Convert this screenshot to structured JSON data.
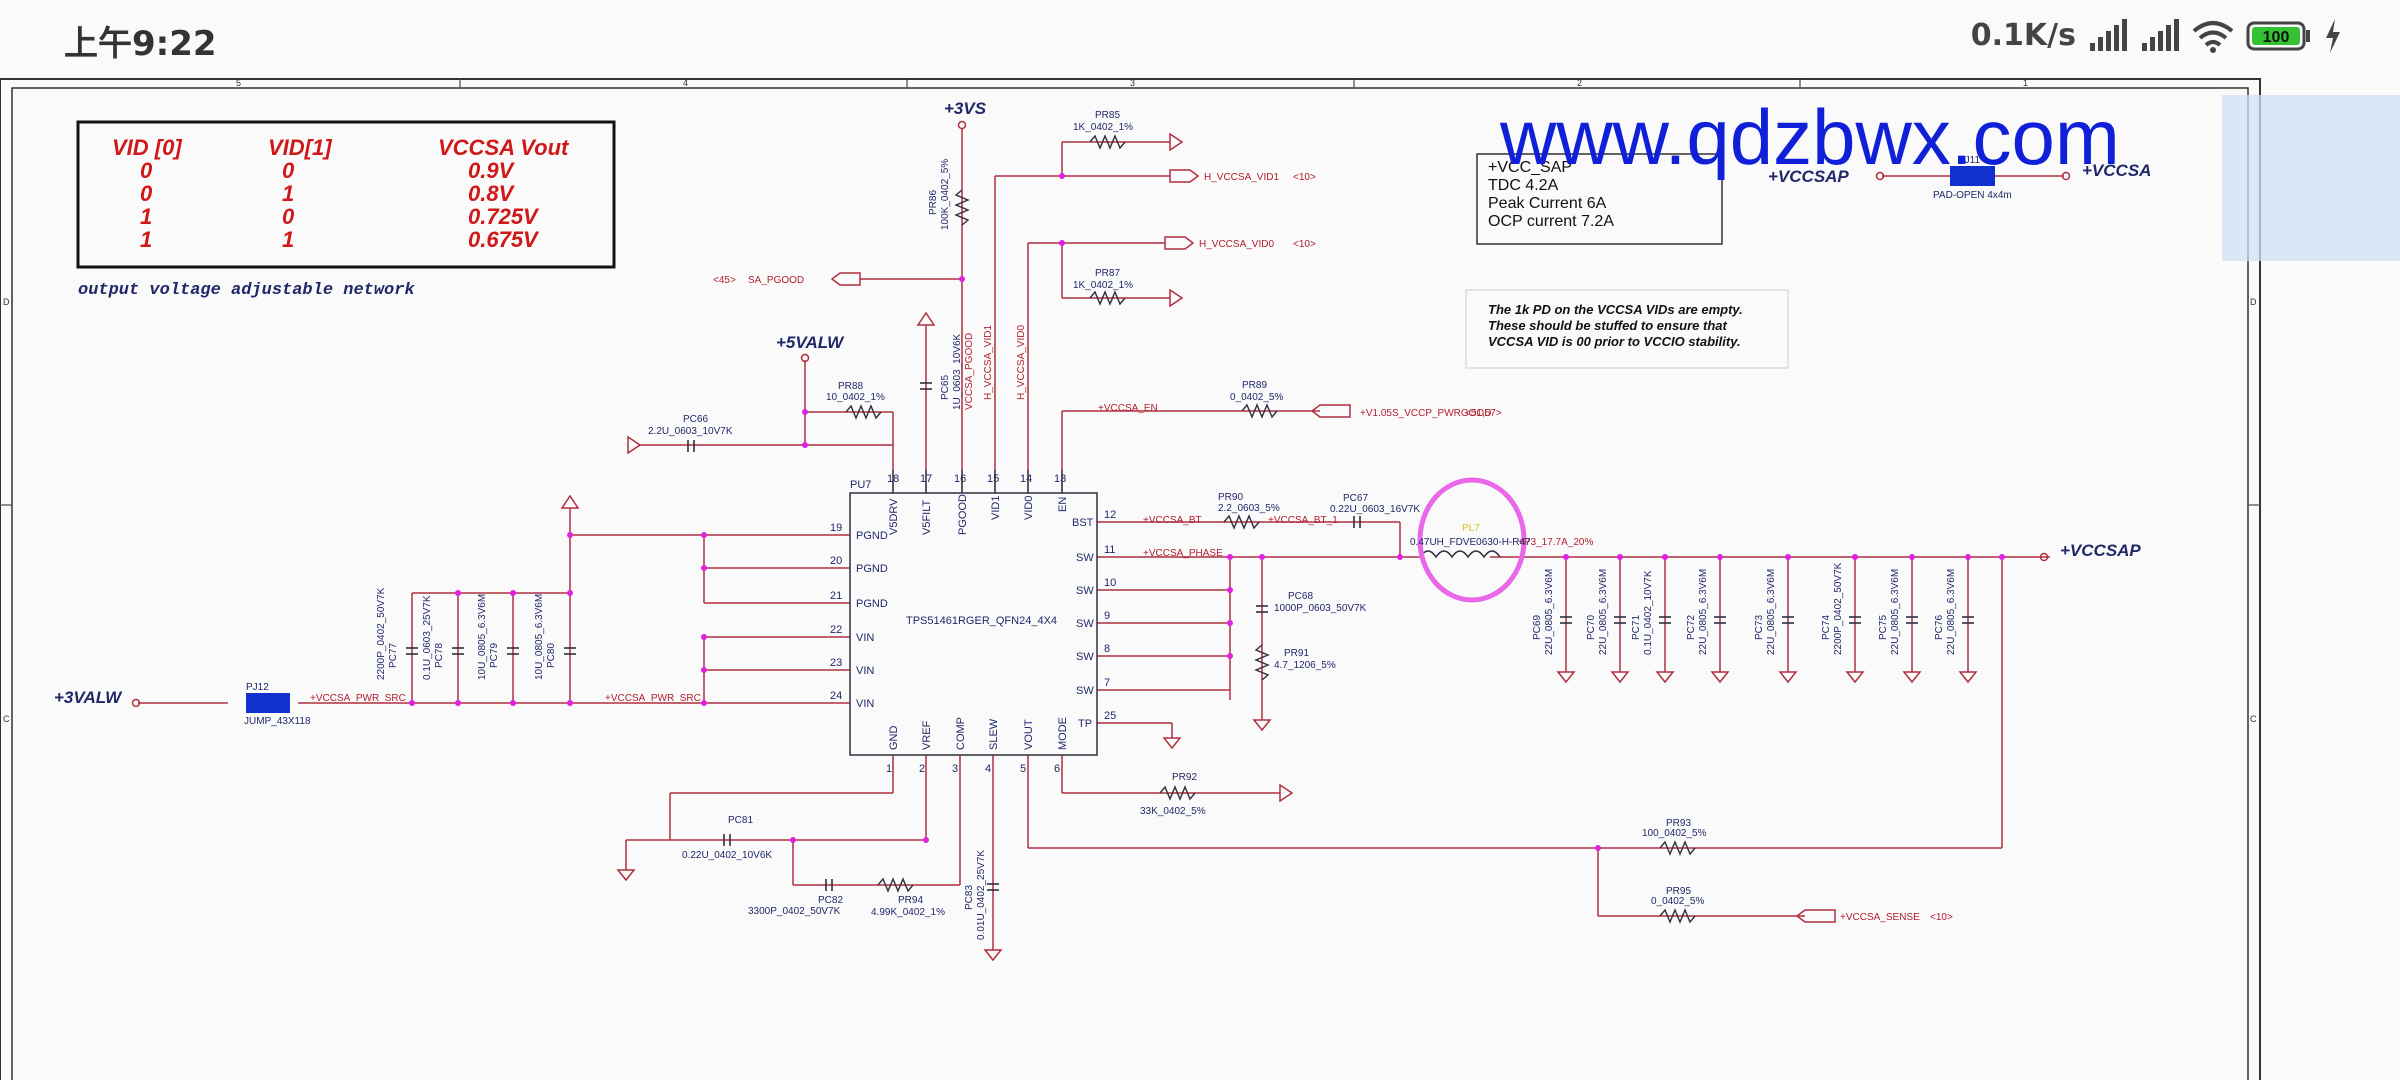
{
  "status_bar": {
    "time": "上午9:22",
    "net_speed": "0.1K/s",
    "battery": "100"
  },
  "watermark": "www.qdzbwx.com",
  "border": {
    "cols": [
      "5",
      "4",
      "3",
      "2",
      "1"
    ],
    "rows": [
      "D",
      "C"
    ]
  },
  "vid_table": {
    "headers": [
      "VID [0]",
      "VID[1]",
      "VCCSA Vout"
    ],
    "rows": [
      [
        "0",
        "0",
        "0.9V"
      ],
      [
        "0",
        "1",
        "0.8V"
      ],
      [
        "1",
        "0",
        "0.725V"
      ],
      [
        "1",
        "1",
        "0.675V"
      ]
    ],
    "caption": "output voltage adjustable network"
  },
  "spec_box": {
    "lines": [
      "+VCC_SAP",
      "TDC 4.2A",
      "Peak Current   6A",
      "OCP current 7.2A"
    ]
  },
  "note": {
    "lines": [
      "The 1k PD on the VCCSA VIDs are empty.",
      "These should be stuffed to ensure that",
      "VCCSA VID is 00 prior to VCCIO stability."
    ]
  },
  "rails": {
    "vs3": "+3VS",
    "valw5": "+5VALW",
    "valw3": "+3VALW",
    "vccsap": "+VCCSAP",
    "vccsa": "+VCCSA"
  },
  "ic": {
    "ref": "PU7",
    "part": "TPS51461RGER_QFN24_4X4",
    "top_pins": [
      {
        "n": "18",
        "name": "V5DRV"
      },
      {
        "n": "17",
        "name": "V5FILT"
      },
      {
        "n": "16",
        "name": "PGOOD"
      },
      {
        "n": "15",
        "name": "VID1"
      },
      {
        "n": "14",
        "name": "VID0"
      },
      {
        "n": "13",
        "name": "EN"
      }
    ],
    "left_pins": [
      {
        "n": "19",
        "name": "PGND"
      },
      {
        "n": "20",
        "name": "PGND"
      },
      {
        "n": "21",
        "name": "PGND"
      },
      {
        "n": "22",
        "name": "VIN"
      },
      {
        "n": "23",
        "name": "VIN"
      },
      {
        "n": "24",
        "name": "VIN"
      }
    ],
    "right_pins": [
      {
        "n": "12",
        "name": "BST"
      },
      {
        "n": "11",
        "name": "SW"
      },
      {
        "n": "10",
        "name": "SW"
      },
      {
        "n": "9",
        "name": "SW"
      },
      {
        "n": "8",
        "name": "SW"
      },
      {
        "n": "7",
        "name": "SW"
      },
      {
        "n": "25",
        "name": "TP"
      }
    ],
    "bottom_pins": [
      {
        "n": "1",
        "name": "GND"
      },
      {
        "n": "2",
        "name": "VREF"
      },
      {
        "n": "3",
        "name": "COMP"
      },
      {
        "n": "4",
        "name": "SLEW"
      },
      {
        "n": "5",
        "name": "VOUT"
      },
      {
        "n": "6",
        "name": "MODE"
      }
    ]
  },
  "nets": {
    "h_vid1": "H_VCCSA_VID1",
    "h_vid1_ref": "<10>",
    "h_vid0": "H_VCCSA_VID0",
    "h_vid0_ref": "<10>",
    "pgood": "SA_PGOOD",
    "pgood_ref": "<45>",
    "en": "+VCCSA_EN",
    "pwrgood": "+V1.05S_VCCP_PWRGOOD",
    "pwrgood_ref": "<51,57>",
    "bt": "+VCCSA_BT",
    "bt_1": "+VCCSA_BT_1",
    "phase": "+VCCSA_PHASE",
    "pwr_src": "+VCCSA_PWR_SRC",
    "sense": "+VCCSA_SENSE",
    "sense_ref": "<10>",
    "p3": "+P3_17.7A_20%",
    "vid1_v": "H_VCCSA_VID1",
    "vid0_v": "H_VCCSA_VID0",
    "pgood_v": "VCCSA_PGOOD"
  },
  "components": {
    "pr85": {
      "ref": "PR85",
      "val": "1K_0402_1%"
    },
    "pr86": {
      "ref": "PR86",
      "val": "100K_0402_5%"
    },
    "pr87": {
      "ref": "PR87",
      "val": "1K_0402_1%"
    },
    "pr88": {
      "ref": "PR88",
      "val": "10_0402_1%"
    },
    "pr89": {
      "ref": "PR89",
      "val": "0_0402_5%"
    },
    "pr90": {
      "ref": "PR90",
      "val": "2.2_0603_5%"
    },
    "pr91": {
      "ref": "PR91",
      "val": "4.7_1206_5%"
    },
    "pr92": {
      "ref": "PR92",
      "val": "33K_0402_5%"
    },
    "pr93": {
      "ref": "PR93",
      "val": "100_0402_5%"
    },
    "pr94": {
      "ref": "PR94",
      "val": "4.99K_0402_1%"
    },
    "pr95": {
      "ref": "PR95",
      "val": "0_0402_5%"
    },
    "pc65": {
      "ref": "PC65",
      "val": "1U_0603_10V6K"
    },
    "pc66": {
      "ref": "PC66",
      "val": "2.2U_0603_10V7K"
    },
    "pc67": {
      "ref": "PC67",
      "val": "0.22U_0603_16V7K"
    },
    "pc68": {
      "ref": "PC68",
      "val": "1000P_0603_50V7K"
    },
    "pc77": {
      "ref": "PC77",
      "val": "2200P_0402_50V7K"
    },
    "pc78": {
      "ref": "PC78",
      "val": "0.1U_0603_25V7K"
    },
    "pc79": {
      "ref": "PC79",
      "val": "10U_0805_6.3V6M"
    },
    "pc80": {
      "ref": "PC80",
      "val": "10U_0805_6.3V6M"
    },
    "pc81": {
      "ref": "PC81",
      "val": "0.22U_0402_10V6K"
    },
    "pc82": {
      "ref": "PC82",
      "val": "3300P_0402_50V7K"
    },
    "pc83": {
      "ref": "PC83",
      "val": "0.01U_0402_25V7K"
    },
    "pl7": {
      "ref": "PL7",
      "val": "0.47UH_FDVE0630-H-R47"
    },
    "pj11": {
      "ref": "PJ11",
      "val": "PAD-OPEN 4x4m"
    },
    "pj12": {
      "ref": "PJ12",
      "val": "JUMP_43X118"
    },
    "out_caps": [
      {
        "ref": "PC69",
        "val": "22U_0805_6.3V6M"
      },
      {
        "ref": "PC70",
        "val": "22U_0805_6.3V6M"
      },
      {
        "ref": "PC71",
        "val": "0.1U_0402_10V7K"
      },
      {
        "ref": "PC72",
        "val": "22U_0805_6.3V6M"
      },
      {
        "ref": "PC73",
        "val": "22U_0805_6.3V6M"
      },
      {
        "ref": "PC74",
        "val": "2200P_0402_50V7K"
      },
      {
        "ref": "PC75",
        "val": "22U_0805_6.3V6M"
      },
      {
        "ref": "PC76",
        "val": "22U_0805_6.3V6M"
      }
    ]
  },
  "colors": {
    "wire": "#b03040",
    "text": "#b02030",
    "label": "#202868",
    "junction": "#e020e0",
    "part": "#1030d0",
    "highlight": "#e868e8",
    "watermark": "#1020d8"
  }
}
